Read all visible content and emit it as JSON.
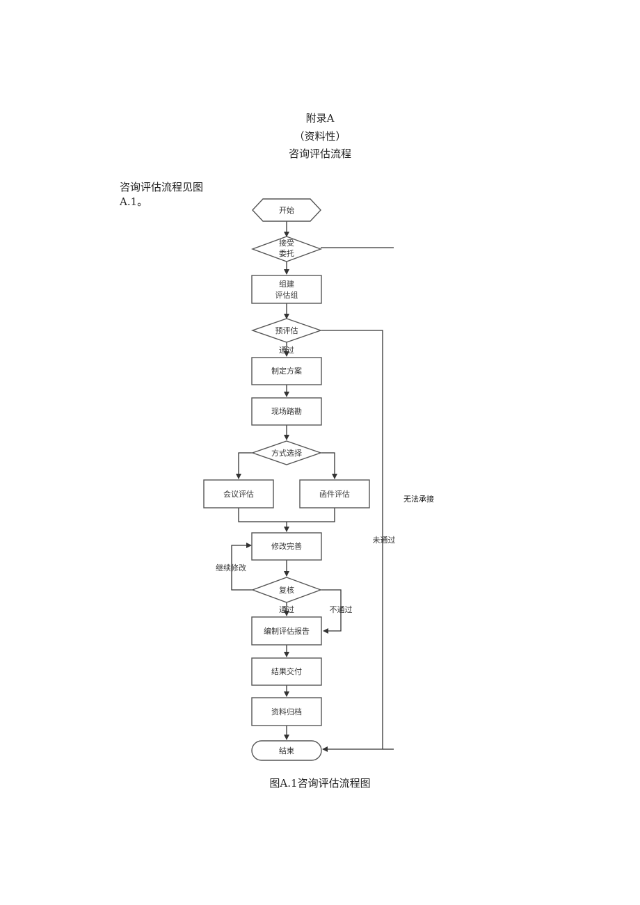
{
  "header": {
    "appendix": "附录A",
    "nature": "（资料性）",
    "title": "咨询评估流程"
  },
  "intro": {
    "line1": "咨询评估流程见图",
    "line2": "A.1。"
  },
  "flowchart": {
    "nodes": {
      "start": "开始",
      "accept_line1": "接受",
      "accept_line2": "委托",
      "form_team_line1": "组建",
      "form_team_line2": "评估组",
      "pre_assess": "预评估",
      "make_plan": "制定方案",
      "site_survey": "现场踏勘",
      "method_select": "方式选择",
      "meeting_assess": "会议评估",
      "letter_assess": "函件评估",
      "revise": "修改完善",
      "review": "复核",
      "write_report": "编制评估报告",
      "deliver": "结果交付",
      "archive": "资料归档",
      "end": "结束"
    },
    "labels": {
      "pass_pre": "通过",
      "fail_pre": "未通过",
      "continue_revise": "继续修改",
      "pass_review": "通过",
      "fail_review": "不通过"
    },
    "side_note": "无法承接"
  },
  "caption": "图A.1咨询评估流程图"
}
